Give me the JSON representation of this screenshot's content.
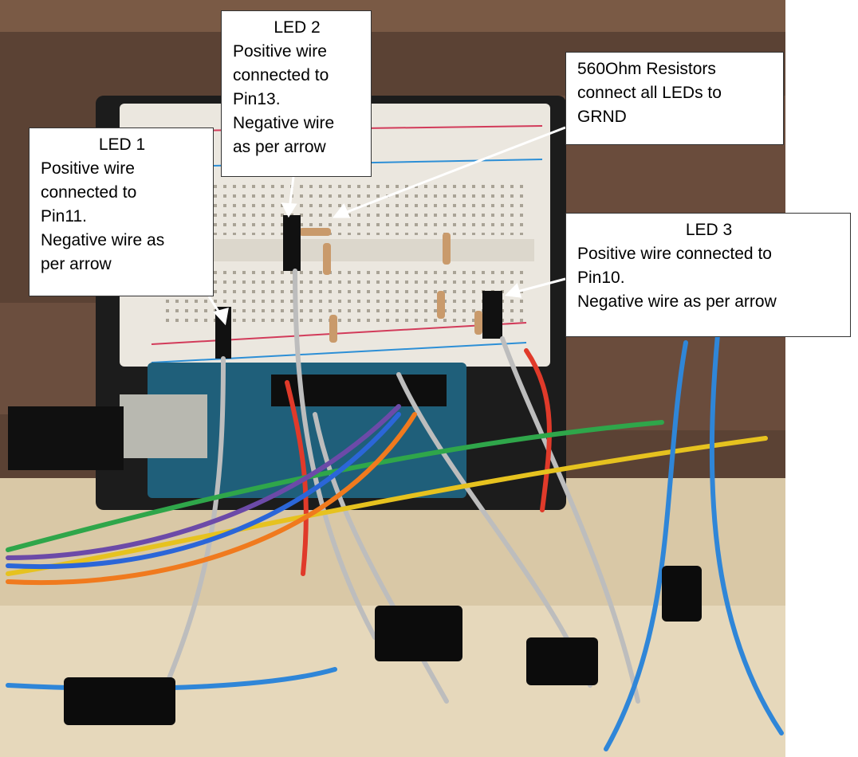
{
  "callouts": {
    "led1": {
      "title": "LED 1",
      "lines": [
        "Positive wire",
        "connected to",
        "Pin11.",
        "Negative wire as",
        "per arrow"
      ]
    },
    "led2": {
      "title": "LED 2",
      "lines": [
        "Positive wire",
        "connected to",
        "Pin13.",
        "Negative wire",
        "as per arrow"
      ]
    },
    "resistors": {
      "lines": [
        "560Ohm Resistors",
        "connect all LEDs to",
        "GRND"
      ]
    },
    "led3": {
      "title": "LED 3",
      "lines": [
        "Positive wire connected to",
        "Pin10.",
        "Negative wire as per arrow"
      ]
    }
  },
  "colors": {
    "wood": "#5a4032",
    "board": "#1c1c1c",
    "breadboard": "#ece8e0",
    "arduino": "#1f5f7a",
    "arrow": "#ffffff"
  }
}
